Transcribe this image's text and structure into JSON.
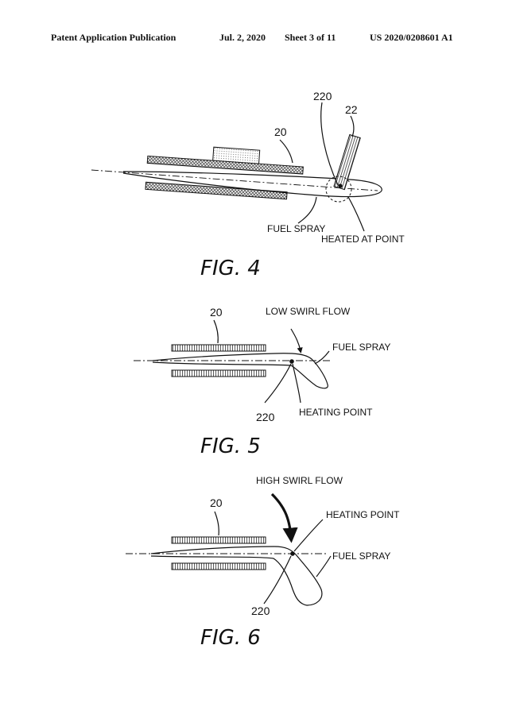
{
  "header": {
    "publication": "Patent Application Publication",
    "date": "Jul. 2, 2020",
    "sheet": "Sheet 3 of 11",
    "number": "US 2020/0208601 A1"
  },
  "fig4": {
    "caption": "FIG. 4",
    "ref_injector": "20",
    "ref_point": "220",
    "ref_heater": "22",
    "label_spray": "FUEL SPRAY",
    "label_heated": "HEATED AT POINT"
  },
  "fig5": {
    "caption": "FIG. 5",
    "ref_injector": "20",
    "ref_point": "220",
    "label_flow": "LOW SWIRL FLOW",
    "label_spray": "FUEL SPRAY",
    "label_point": "HEATING POINT"
  },
  "fig6": {
    "caption": "FIG. 6",
    "ref_injector": "20",
    "ref_point": "220",
    "label_flow": "HIGH SWIRL FLOW",
    "label_point": "HEATING POINT",
    "label_spray": "FUEL SPRAY"
  }
}
